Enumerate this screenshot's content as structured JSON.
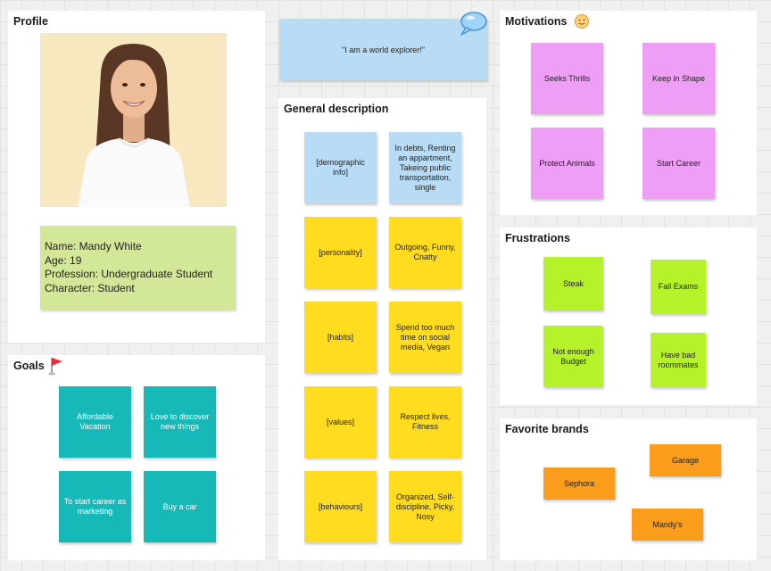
{
  "profile": {
    "title": "Profile",
    "name_line": "Name: Mandy White",
    "age_line": "Age: 19",
    "profession_line": "Profession: Undergraduate Student",
    "character_line": "Character: Student"
  },
  "goals": {
    "title": "Goals",
    "items": [
      "Affordable Vacation",
      "Love to discover new things",
      "To start career as marketing",
      "Buy a car"
    ]
  },
  "quote": "\"I am a world explorer!\"",
  "general": {
    "title": "General description",
    "rows": [
      {
        "label": "[demographic info]",
        "value": "In debts, Renting an appartment, Takeing public transportation, single"
      },
      {
        "label": "[personality]",
        "value": "Outgoing, Funny, Cnatty"
      },
      {
        "label": "[habits]",
        "value": "Spend too much time on social media, Vegan"
      },
      {
        "label": "[values]",
        "value": "Respect lives, Fitness"
      },
      {
        "label": "[behaviours]",
        "value": "Organized, Self-discipline, Picky, Nosy"
      }
    ]
  },
  "motivations": {
    "title": "Motivations",
    "items": [
      "Seeks Thrills",
      "Keep in Shape",
      "Protect Animals",
      "Start Career"
    ]
  },
  "frustrations": {
    "title": "Frustrations",
    "items": [
      "Steak",
      "Fail Exams",
      "Not enough Budget",
      "Have bad roommates"
    ]
  },
  "brands": {
    "title": "Favorite brands",
    "items": [
      "Garage",
      "Sephora",
      "Mandy's"
    ]
  },
  "colors": {
    "teal": "#16b8b8",
    "blue": "#b8dcf5",
    "yellow": "#ffdc1f",
    "pink": "#ef9ef5",
    "lime": "#b6f22a",
    "orange": "#fb9c1d",
    "green": "#d3e799"
  },
  "icons": [
    "speech-bubble-icon",
    "smiley-icon",
    "flag-icon",
    "avatar-photo"
  ]
}
